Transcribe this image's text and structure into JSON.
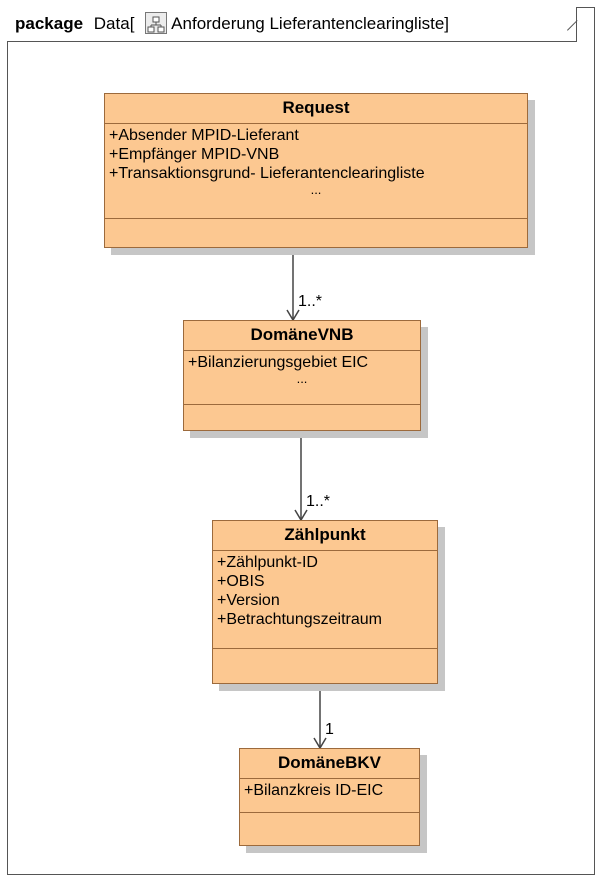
{
  "frame": {
    "keyword": "package",
    "name": "Data",
    "bracket_open": "[",
    "diagram_title": "Anforderung Lieferantenclearingliste",
    "bracket_close": "]",
    "diagram_icon": "class-diagram-icon"
  },
  "classes": [
    {
      "name": "Request",
      "attributes": [
        "+Absender MPID-Lieferant",
        "+Empfänger MPID-VNB",
        "+Transaktionsgrund- Lieferantenclearingliste"
      ],
      "ellipsis": "..."
    },
    {
      "name": "DomäneVNB",
      "attributes": [
        "+Bilanzierungsgebiet EIC"
      ],
      "ellipsis": "..."
    },
    {
      "name": "Zählpunkt",
      "attributes": [
        "+Zählpunkt-ID",
        "+OBIS",
        "+Version",
        "+Betrachtungszeitraum"
      ]
    },
    {
      "name": "DomäneBKV",
      "attributes": [
        "+Bilanzkreis ID-EIC"
      ]
    }
  ],
  "associations": [
    {
      "from": "Request",
      "to": "DomäneVNB",
      "multiplicity": "1..*"
    },
    {
      "from": "DomäneVNB",
      "to": "Zählpunkt",
      "multiplicity": "1..*"
    },
    {
      "from": "Zählpunkt",
      "to": "DomäneBKV",
      "multiplicity": "1"
    }
  ],
  "colors": {
    "class_fill": "#fcc891",
    "class_border": "#9c6a3c",
    "shadow": "#c6c6c6",
    "line": "#444444"
  }
}
